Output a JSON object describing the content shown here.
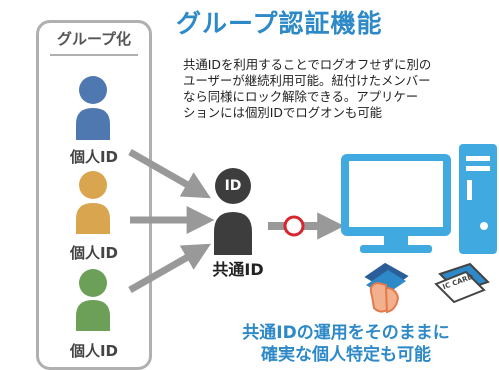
{
  "header": {
    "title": "グループ認証機能"
  },
  "description": {
    "lines": [
      "共通IDを利用することでログオフせずに別の",
      "ユーザーが継続利用可能。紐付けたメンバー",
      "なら同様にロック解除できる。アプリケー",
      "ションには個別IDでログオンも可能"
    ]
  },
  "group": {
    "label": "グループ化",
    "members": [
      {
        "label": "個人ID",
        "color": "#4f78b0"
      },
      {
        "label": "個人ID",
        "color": "#d9a54e"
      },
      {
        "label": "個人ID",
        "color": "#6c9f58"
      }
    ]
  },
  "shared": {
    "badge": "ID",
    "label": "共通ID",
    "color": "#3d3d3d"
  },
  "bottom": {
    "lines": [
      "共通IDの運用をそのままに",
      "確実な個人特定も可能"
    ]
  },
  "icons": [
    "pc-icon",
    "hand-card-icon",
    "ic-card-icon"
  ],
  "ic_card_text": "IC CARD",
  "colors": {
    "accent": "#2d89c7",
    "arrow": "#999999",
    "lock_ring": "#d9252f",
    "pc": "#3fa9e0"
  }
}
